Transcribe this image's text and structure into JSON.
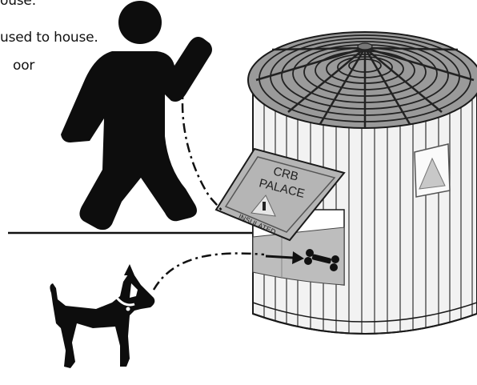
{
  "captions": {
    "line1": "ouse.",
    "line2": "used to house.",
    "line3": "oor"
  },
  "sign": {
    "line1": "CRB",
    "line2": "PALACE",
    "badge": "INSULATED"
  },
  "colors": {
    "silhouette": "#0d0d0d",
    "house_wall": "#f2f2f2",
    "house_stroke": "#1a1a1a",
    "roof": "#9a9a9a",
    "floor": "#bdbdbd",
    "sign_fill": "#b5b5b5"
  },
  "icons": [
    "person-silhouette",
    "dog-silhouette",
    "bone-icon",
    "arrow-icon",
    "warning-triangle-icon"
  ]
}
